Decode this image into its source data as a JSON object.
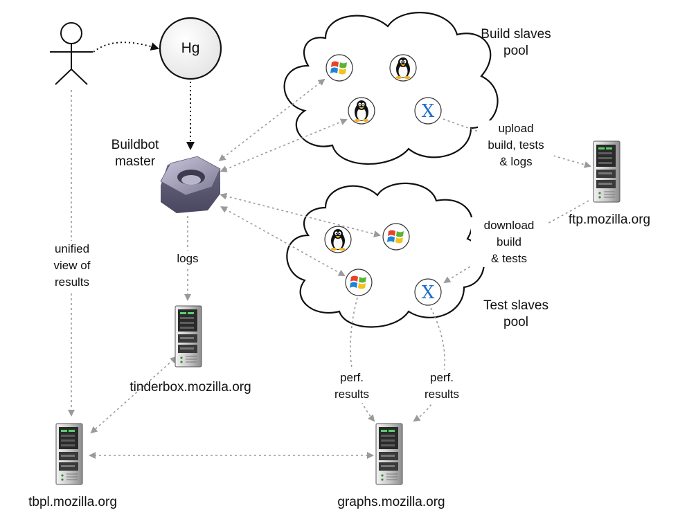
{
  "repository": {
    "label": "Hg"
  },
  "master": {
    "label_line1": "Buildbot",
    "label_line2": "master"
  },
  "build_pool": {
    "label_line1": "Build slaves",
    "label_line2": "pool",
    "members": [
      "windows-icon",
      "linux-tux-icon",
      "linux-tux-icon",
      "mac-osx-icon"
    ]
  },
  "test_pool": {
    "label_line1": "Test slaves",
    "label_line2": "pool",
    "members": [
      "linux-tux-icon",
      "windows-icon",
      "windows-icon",
      "mac-osx-icon"
    ]
  },
  "servers": {
    "ftp": "ftp.mozilla.org",
    "tinderbox": "tinderbox.mozilla.org",
    "tbpl": "tbpl.mozilla.org",
    "graphs": "graphs.mozilla.org"
  },
  "edge_labels": {
    "upload": [
      "upload",
      "build, tests",
      "& logs"
    ],
    "download": [
      "download",
      "build",
      "& tests"
    ],
    "logs": "logs",
    "unified": [
      "unified",
      "view of",
      "results"
    ],
    "perf_left": [
      "perf.",
      "results"
    ],
    "perf_right": [
      "perf.",
      "results"
    ]
  },
  "colors": {
    "edge_gray": "#9a9a9a",
    "edge_black": "#111111",
    "windows_red": "#e8412a",
    "windows_green": "#5bb335",
    "windows_blue": "#1c84d8",
    "windows_yellow": "#f5c21a",
    "osx_blue": "#1b6ecb",
    "nut_purple": "#7d7a94"
  }
}
